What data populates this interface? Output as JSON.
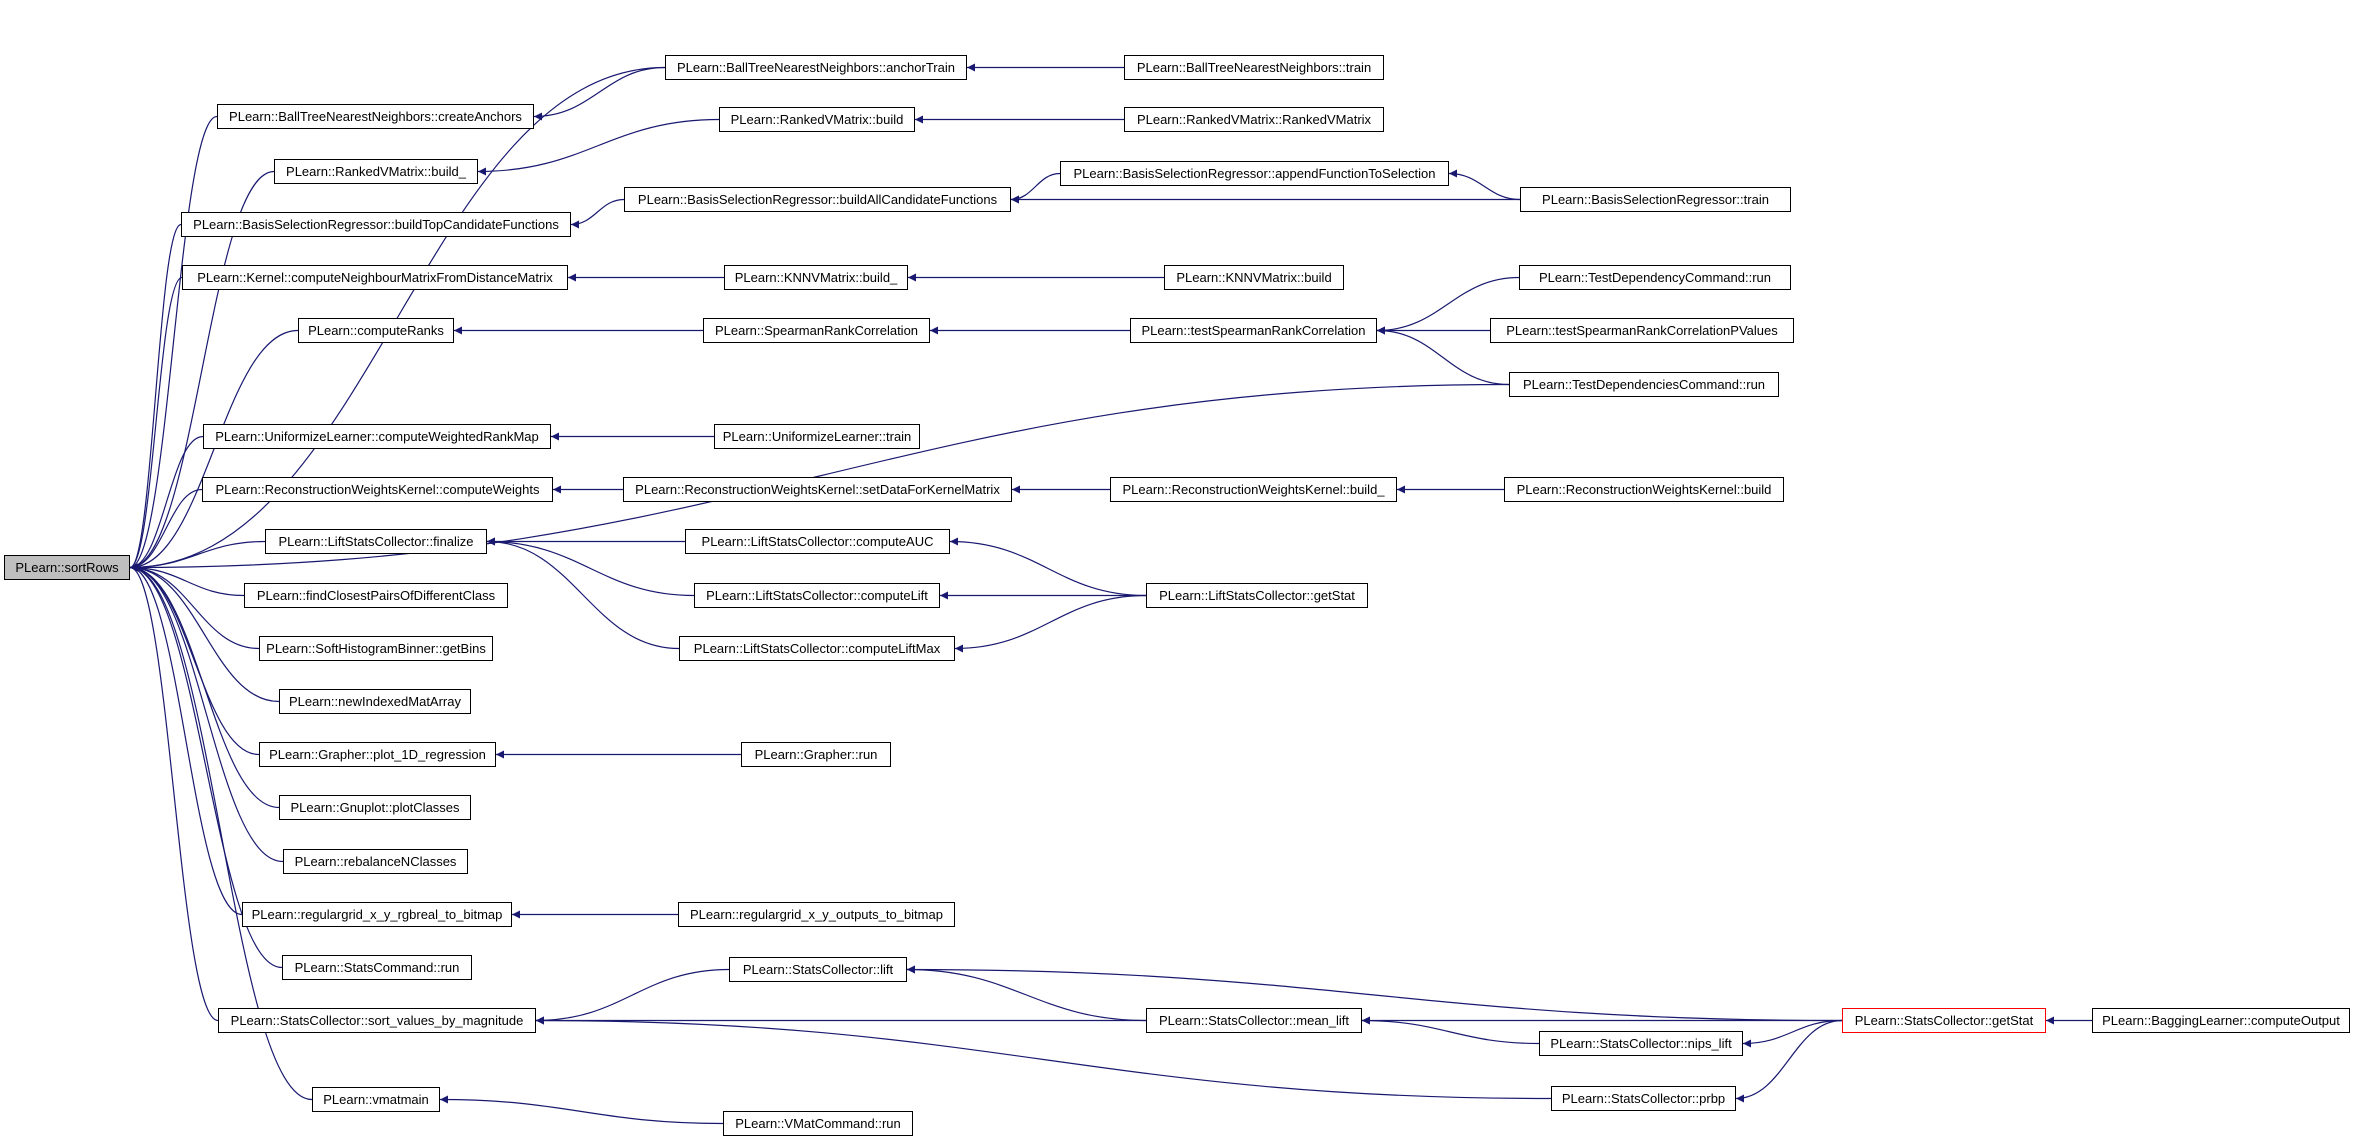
{
  "graph": {
    "edge_color": "#191970",
    "root_fill": "#bfbfbf",
    "truncated_border": "#ff0000",
    "nodes": [
      {
        "id": "sortRows",
        "label": "PLearn::sortRows",
        "root": true
      },
      {
        "id": "createAnchors",
        "label": "PLearn::BallTreeNearestNeighbors::createAnchors"
      },
      {
        "id": "rankedBuild_",
        "label": "PLearn::RankedVMatrix::build_"
      },
      {
        "id": "buildTopCand",
        "label": "PLearn::BasisSelectionRegressor::buildTopCandidateFunctions"
      },
      {
        "id": "computeNeighbour",
        "label": "PLearn::Kernel::computeNeighbourMatrixFromDistanceMatrix"
      },
      {
        "id": "computeRanks",
        "label": "PLearn::computeRanks"
      },
      {
        "id": "computeWeightedRankMap",
        "label": "PLearn::UniformizeLearner::computeWeightedRankMap"
      },
      {
        "id": "computeWeights",
        "label": "PLearn::ReconstructionWeightsKernel::computeWeights"
      },
      {
        "id": "finalize",
        "label": "PLearn::LiftStatsCollector::finalize"
      },
      {
        "id": "findClosest",
        "label": "PLearn::findClosestPairsOfDifferentClass"
      },
      {
        "id": "getBins",
        "label": "PLearn::SoftHistogramBinner::getBins"
      },
      {
        "id": "newIndexed",
        "label": "PLearn::newIndexedMatArray"
      },
      {
        "id": "plot1D",
        "label": "PLearn::Grapher::plot_1D_regression"
      },
      {
        "id": "plotClasses",
        "label": "PLearn::Gnuplot::plotClasses"
      },
      {
        "id": "rebalance",
        "label": "PLearn::rebalanceNClasses"
      },
      {
        "id": "regRgb",
        "label": "PLearn::regulargrid_x_y_rgbreal_to_bitmap"
      },
      {
        "id": "statsCmdRun",
        "label": "PLearn::StatsCommand::run"
      },
      {
        "id": "sortValues",
        "label": "PLearn::StatsCollector::sort_values_by_magnitude"
      },
      {
        "id": "vmatmain",
        "label": "PLearn::vmatmain"
      },
      {
        "id": "anchorTrain",
        "label": "PLearn::BallTreeNearestNeighbors::anchorTrain"
      },
      {
        "id": "rankedBuild",
        "label": "PLearn::RankedVMatrix::build"
      },
      {
        "id": "buildAllCand",
        "label": "PLearn::BasisSelectionRegressor::buildAllCandidateFunctions"
      },
      {
        "id": "knnBuild_",
        "label": "PLearn::KNNVMatrix::build_"
      },
      {
        "id": "spearman",
        "label": "PLearn::SpearmanRankCorrelation"
      },
      {
        "id": "uniformTrain",
        "label": "PLearn::UniformizeLearner::train"
      },
      {
        "id": "setDataFor",
        "label": "PLearn::ReconstructionWeightsKernel::setDataForKernelMatrix"
      },
      {
        "id": "computeAUC",
        "label": "PLearn::LiftStatsCollector::computeAUC"
      },
      {
        "id": "computeLift",
        "label": "PLearn::LiftStatsCollector::computeLift"
      },
      {
        "id": "computeLiftMax",
        "label": "PLearn::LiftStatsCollector::computeLiftMax"
      },
      {
        "id": "grapherRun",
        "label": "PLearn::Grapher::run"
      },
      {
        "id": "regOutputs",
        "label": "PLearn::regulargrid_x_y_outputs_to_bitmap"
      },
      {
        "id": "scLift",
        "label": "PLearn::StatsCollector::lift"
      },
      {
        "id": "vmatCmdRun",
        "label": "PLearn::VMatCommand::run"
      },
      {
        "id": "ballTrain",
        "label": "PLearn::BallTreeNearestNeighbors::train"
      },
      {
        "id": "rankedCtor",
        "label": "PLearn::RankedVMatrix::RankedVMatrix"
      },
      {
        "id": "appendFunc",
        "label": "PLearn::BasisSelectionRegressor::appendFunctionToSelection"
      },
      {
        "id": "knnBuild",
        "label": "PLearn::KNNVMatrix::build"
      },
      {
        "id": "testSpearman",
        "label": "PLearn::testSpearmanRankCorrelation"
      },
      {
        "id": "rwkBuild_",
        "label": "PLearn::ReconstructionWeightsKernel::build_"
      },
      {
        "id": "liftGetStat",
        "label": "PLearn::LiftStatsCollector::getStat"
      },
      {
        "id": "meanLift",
        "label": "PLearn::StatsCollector::mean_lift"
      },
      {
        "id": "bsrTrain",
        "label": "PLearn::BasisSelectionRegressor::train"
      },
      {
        "id": "testDepCmdRun",
        "label": "PLearn::TestDependencyCommand::run"
      },
      {
        "id": "testSpearmanP",
        "label": "PLearn::testSpearmanRankCorrelationPValues"
      },
      {
        "id": "testDepsCmdRun",
        "label": "PLearn::TestDependenciesCommand::run"
      },
      {
        "id": "rwkBuild",
        "label": "PLearn::ReconstructionWeightsKernel::build"
      },
      {
        "id": "nipsLift",
        "label": "PLearn::StatsCollector::nips_lift"
      },
      {
        "id": "prbp",
        "label": "PLearn::StatsCollector::prbp"
      },
      {
        "id": "scGetStat",
        "label": "PLearn::StatsCollector::getStat",
        "truncated": true
      },
      {
        "id": "baggingCompute",
        "label": "PLearn::BaggingLearner::computeOutput"
      }
    ],
    "edges": [
      [
        "createAnchors",
        "sortRows"
      ],
      [
        "rankedBuild_",
        "sortRows"
      ],
      [
        "buildTopCand",
        "sortRows"
      ],
      [
        "computeNeighbour",
        "sortRows"
      ],
      [
        "computeRanks",
        "sortRows"
      ],
      [
        "computeWeightedRankMap",
        "sortRows"
      ],
      [
        "computeWeights",
        "sortRows"
      ],
      [
        "finalize",
        "sortRows"
      ],
      [
        "findClosest",
        "sortRows"
      ],
      [
        "getBins",
        "sortRows"
      ],
      [
        "newIndexed",
        "sortRows"
      ],
      [
        "plot1D",
        "sortRows"
      ],
      [
        "plotClasses",
        "sortRows"
      ],
      [
        "rebalance",
        "sortRows"
      ],
      [
        "regRgb",
        "sortRows"
      ],
      [
        "statsCmdRun",
        "sortRows"
      ],
      [
        "sortValues",
        "sortRows"
      ],
      [
        "vmatmain",
        "sortRows"
      ],
      [
        "anchorTrain",
        "sortRows"
      ],
      [
        "testDepsCmdRun",
        "sortRows"
      ],
      [
        "anchorTrain",
        "createAnchors"
      ],
      [
        "ballTrain",
        "anchorTrain"
      ],
      [
        "rankedBuild",
        "rankedBuild_"
      ],
      [
        "rankedCtor",
        "rankedBuild"
      ],
      [
        "buildAllCand",
        "buildTopCand"
      ],
      [
        "appendFunc",
        "buildAllCand"
      ],
      [
        "bsrTrain",
        "buildAllCand"
      ],
      [
        "bsrTrain",
        "appendFunc"
      ],
      [
        "knnBuild_",
        "computeNeighbour"
      ],
      [
        "knnBuild",
        "knnBuild_"
      ],
      [
        "spearman",
        "computeRanks"
      ],
      [
        "testSpearman",
        "spearman"
      ],
      [
        "testDepCmdRun",
        "testSpearman"
      ],
      [
        "testSpearmanP",
        "testSpearman"
      ],
      [
        "testDepsCmdRun",
        "testSpearman"
      ],
      [
        "uniformTrain",
        "computeWeightedRankMap"
      ],
      [
        "setDataFor",
        "computeWeights"
      ],
      [
        "rwkBuild_",
        "setDataFor"
      ],
      [
        "rwkBuild",
        "rwkBuild_"
      ],
      [
        "computeAUC",
        "finalize"
      ],
      [
        "computeLift",
        "finalize"
      ],
      [
        "computeLiftMax",
        "finalize"
      ],
      [
        "liftGetStat",
        "computeAUC"
      ],
      [
        "liftGetStat",
        "computeLift"
      ],
      [
        "liftGetStat",
        "computeLiftMax"
      ],
      [
        "grapherRun",
        "plot1D"
      ],
      [
        "regOutputs",
        "regRgb"
      ],
      [
        "scLift",
        "sortValues"
      ],
      [
        "meanLift",
        "sortValues"
      ],
      [
        "prbp",
        "sortValues"
      ],
      [
        "meanLift",
        "scLift"
      ],
      [
        "scGetStat",
        "scLift"
      ],
      [
        "scGetStat",
        "meanLift"
      ],
      [
        "nipsLift",
        "meanLift"
      ],
      [
        "scGetStat",
        "nipsLift"
      ],
      [
        "scGetStat",
        "prbp"
      ],
      [
        "baggingCompute",
        "scGetStat"
      ],
      [
        "vmatCmdRun",
        "vmatmain"
      ]
    ]
  }
}
